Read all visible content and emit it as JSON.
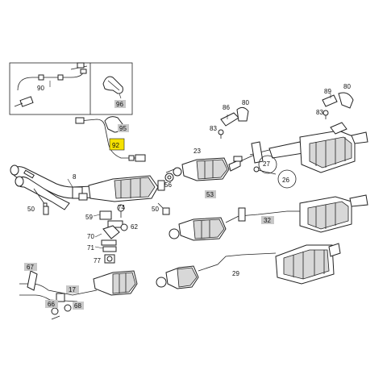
{
  "callouts": {
    "c90": "90",
    "c95": "95",
    "c96": "96",
    "c92": "92",
    "c86": "86",
    "c80a": "80",
    "c89": "89",
    "c80b": "80",
    "c83a": "83",
    "c83b": "83",
    "c23": "23",
    "c8": "8",
    "c56": "56",
    "c53": "53",
    "c27": "27",
    "c26": "26",
    "c50a": "50",
    "c50b": "50",
    "c59": "59",
    "c74": "74",
    "c70a": "70",
    "c62": "62",
    "c71": "71",
    "c77": "77",
    "c32": "32",
    "c67": "67",
    "c17": "17",
    "c66": "66",
    "c68": "68",
    "c29": "29"
  },
  "colors": {
    "highlight": "#f5e100",
    "label_box": "#c8c8c8"
  }
}
